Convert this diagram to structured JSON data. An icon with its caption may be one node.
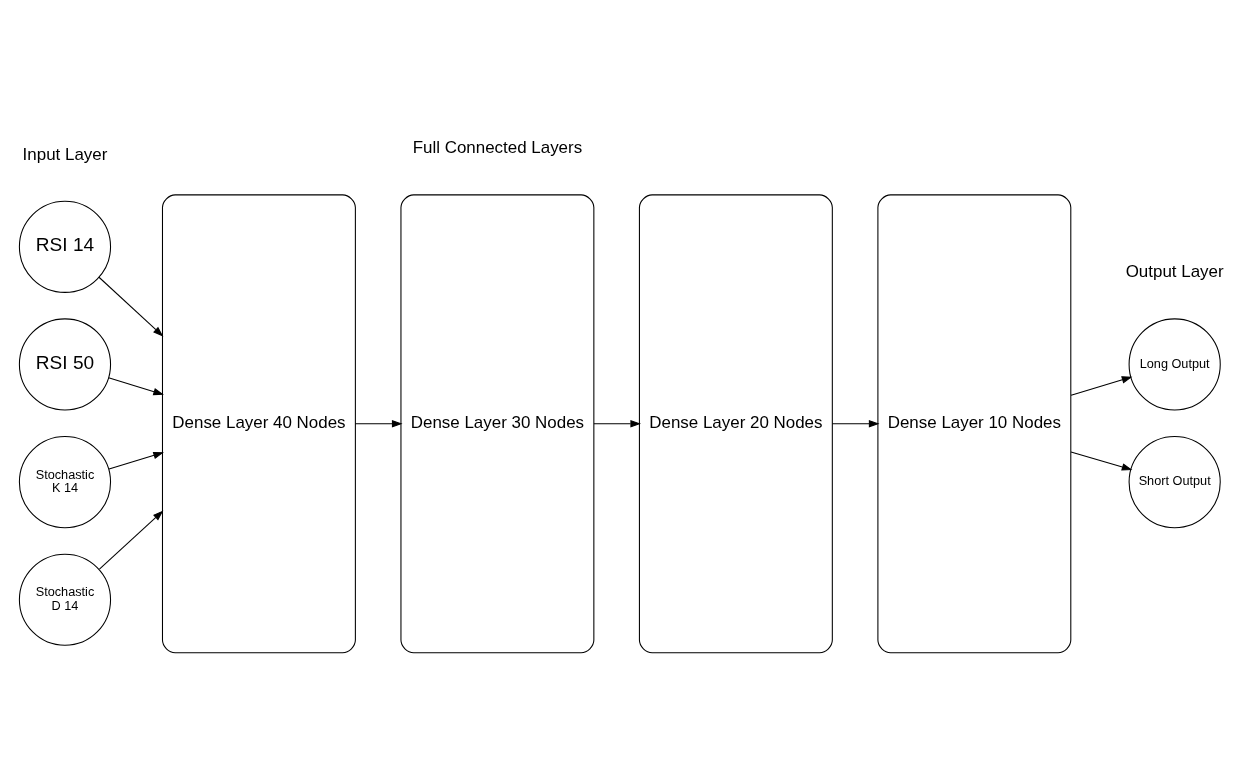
{
  "diagram": {
    "nodes": [
      {
        "text": [
          "RSI 14"
        ]
      },
      {
        "text": [
          "RSI 50"
        ]
      },
      {
        "text": [
          "Stochastic K 14"
        ]
      },
      {
        "text": [
          "Stochastic D 14"
        ]
      },
      {
        "text": [
          "Dense Layer 40 Nodes"
        ]
      },
      {
        "text": [
          "Dense Layer 30 Nodes"
        ]
      },
      {
        "text": [
          "Dense Layer 20 Nodes"
        ]
      },
      {
        "text": [
          "Dense Layer 10 Nodes"
        ]
      },
      {
        "text": [
          "Long Output"
        ]
      },
      {
        "text": [
          "Short Output"
        ]
      }
    ],
    "edges": [
      {
        "from": 0,
        "to": 4,
        "arrow": "to"
      },
      {
        "from": 1,
        "to": 4,
        "arrow": "to"
      },
      {
        "from": 2,
        "to": 4,
        "arrow": "to"
      },
      {
        "from": 3,
        "to": 4,
        "arrow": "to"
      },
      {
        "from": 4,
        "to": 5,
        "arrow": "to"
      },
      {
        "from": 5,
        "to": 6,
        "arrow": "to"
      },
      {
        "from": 6,
        "to": 7,
        "arrow": "to"
      },
      {
        "from": 7,
        "to": 8,
        "arrow": "to"
      },
      {
        "from": 7,
        "to": 9,
        "arrow": "to"
      }
    ],
    "labels": [
      "Input Layer",
      "Full Connected Layers",
      "Output Layer"
    ]
  }
}
